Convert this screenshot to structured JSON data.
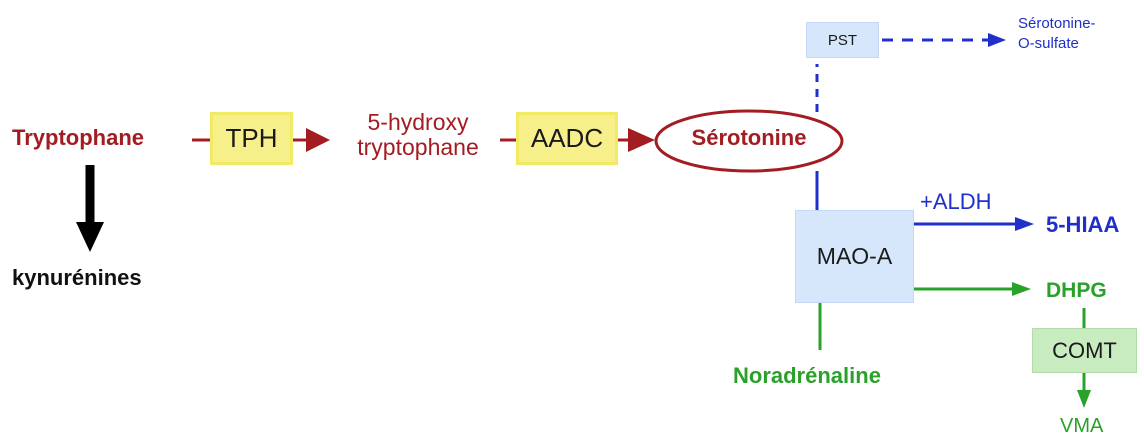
{
  "nodes": {
    "tryptophane": "Tryptophane",
    "tph": "TPH",
    "hydroxy_line1": "5-hydroxy",
    "hydroxy_line2": "tryptophane",
    "aadc": "AADC",
    "serotonine": "Sérotonine",
    "kynurenines": "kynurénines",
    "pst": "PST",
    "sulfate_line1": "Sérotonine-",
    "sulfate_line2": "O-sulfate",
    "maoa": "MAO-A",
    "aldh": "+ALDH",
    "hiaa": "5-HIAA",
    "dhpg": "DHPG",
    "comt": "COMT",
    "noradrenaline": "Noradrénaline",
    "vma": "VMA"
  },
  "colors": {
    "red": "#a21c22",
    "blue": "#1f2fc9",
    "green": "#2aa12a",
    "yellow_box": "#f7f08a",
    "blue_box": "#d6e7fb",
    "green_box": "#c8ecc0",
    "black": "#000000"
  }
}
